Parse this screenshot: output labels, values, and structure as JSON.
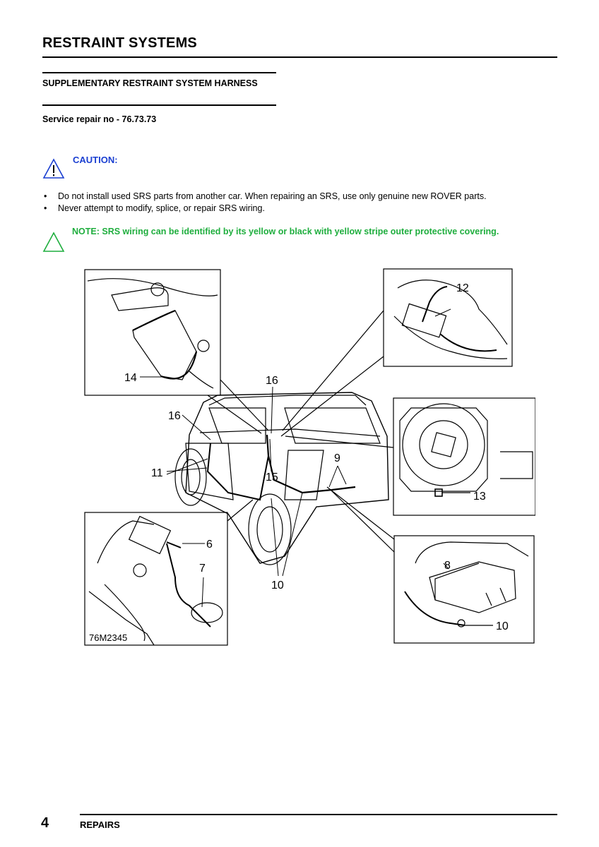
{
  "header": {
    "section_title": "RESTRAINT SYSTEMS"
  },
  "subsection": {
    "title": "SUPPLEMENTARY RESTRAINT SYSTEM HARNESS",
    "service_repair": "Service repair no - 76.73.73"
  },
  "caution": {
    "label": "CAUTION:",
    "color": "#1a3fd1",
    "items": [
      "Do not install used SRS parts from another car. When repairing an SRS, use only genuine new ROVER parts.",
      "Never attempt to modify, splice, or repair SRS wiring."
    ]
  },
  "note": {
    "text": "NOTE: SRS wiring can be identified by its yellow or black with yellow stripe outer protective covering.",
    "color": "#1fae3e"
  },
  "diagram": {
    "callouts": {
      "c6": "6",
      "c7": "7",
      "c8": "8",
      "c9": "9",
      "c10a": "10",
      "c10b": "10",
      "c11": "11",
      "c12": "12",
      "c13": "13",
      "c14": "14",
      "c15": "15",
      "c16a": "16",
      "c16b": "16"
    },
    "figure_code": "76M2345"
  },
  "footer": {
    "page_number": "4",
    "section": "REPAIRS"
  }
}
